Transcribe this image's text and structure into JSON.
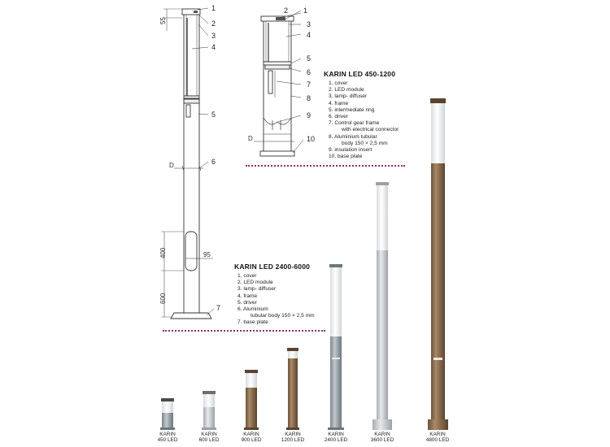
{
  "small_diagram": {
    "title": "KARIN LED 450-1200",
    "callouts": [
      "1",
      "2",
      "3",
      "4",
      "5",
      "6",
      "7",
      "8",
      "9",
      "10"
    ],
    "dim_d": "D",
    "legend": [
      {
        "text": "1. cover"
      },
      {
        "text": "2. LED module"
      },
      {
        "text": "3. lamp- diffuser"
      },
      {
        "text": "4. frame"
      },
      {
        "text": "5. intermediate ring"
      },
      {
        "text": "6. driver"
      },
      {
        "text": "7. Control gear frame",
        "cont": "with electrical connector"
      },
      {
        "text": "8. Aluminium tubular",
        "cont": "body 150 × 2,5 mm"
      },
      {
        "text": "9. insulation insert"
      },
      {
        "text": "10. base plate"
      }
    ]
  },
  "large_diagram": {
    "title": "KARIN LED 2400-6000",
    "callouts": [
      "1",
      "2",
      "3",
      "4",
      "5",
      "6",
      "7"
    ],
    "dims": {
      "top": "55",
      "d": "D",
      "slot_h": "400",
      "slot_w": "95",
      "bottom": "600"
    },
    "legend": [
      {
        "text": "1. cover"
      },
      {
        "text": "2. LED module"
      },
      {
        "text": "3. lamp- diffuser"
      },
      {
        "text": "4. frame"
      },
      {
        "text": "5. driver"
      },
      {
        "text": "6. Aluminium",
        "cont": "tubular body 150 × 2,5 mm"
      },
      {
        "text": "7. base plate"
      }
    ]
  },
  "products": [
    {
      "name": "KARIN",
      "model": "450 LED",
      "finish": "anodized"
    },
    {
      "name": "KARIN",
      "model": "600 LED",
      "finish": "silver"
    },
    {
      "name": "KARIN",
      "model": "900 LED",
      "finish": "bronze"
    },
    {
      "name": "KARIN",
      "model": "1200 LED",
      "finish": "bronze"
    },
    {
      "name": "KARIN",
      "model": "2400 LED",
      "finish": "anodized"
    },
    {
      "name": "KARIN",
      "model": "3600 LED",
      "finish": "silver"
    },
    {
      "name": "KARIN",
      "model": "4800 LED",
      "finish": "bronze"
    }
  ],
  "colors": {
    "separator": "#8a2b6e",
    "bronze": "#8a6d4e",
    "anodized": "#9aa3ab",
    "silver": "#c8ccd0",
    "diffuser": "#f4f6f7",
    "cap": "#4a4a4a",
    "line": "#333333"
  }
}
